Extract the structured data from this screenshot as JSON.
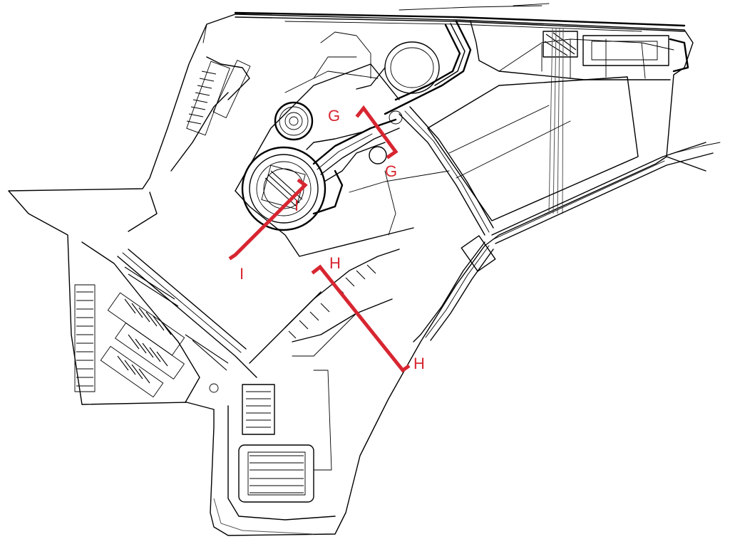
{
  "map": {
    "accent_color": "#d72631",
    "line_color": "#000000",
    "background": "#ffffff",
    "section_markers": [
      {
        "id": "G",
        "label_start": "G",
        "label_end": "G"
      },
      {
        "id": "H",
        "label_start": "H",
        "label_end": "H"
      },
      {
        "id": "I",
        "label_start": "I",
        "label_end": "I"
      }
    ]
  }
}
